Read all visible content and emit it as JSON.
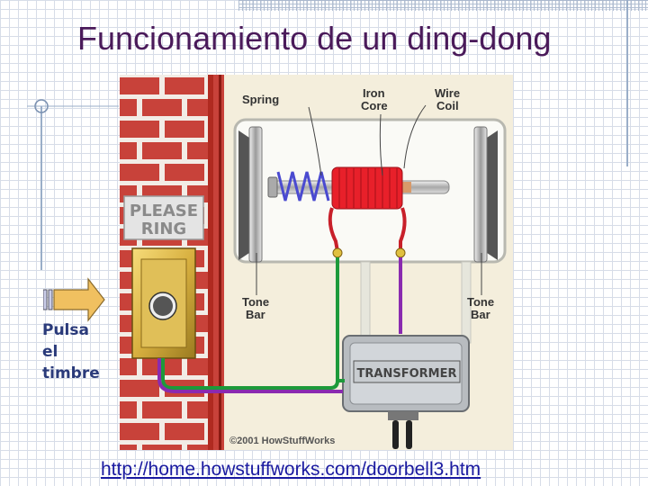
{
  "slide": {
    "title": "Funcionamiento de un ding-dong",
    "source_url": "http://home.howstuffworks.com/doorbell3.htm",
    "side_note": {
      "line1": "Pulsa",
      "line2": "el",
      "line3": "timbre"
    }
  },
  "diagram": {
    "labels": {
      "spring": "Spring",
      "iron_core_1": "Iron",
      "iron_core_2": "Core",
      "wire_coil_1": "Wire",
      "wire_coil_2": "Coil",
      "tone_bar_left_1": "Tone",
      "tone_bar_left_2": "Bar",
      "tone_bar_right_1": "Tone",
      "tone_bar_right_2": "Bar",
      "transformer": "TRANSFORMER",
      "copyright": "©2001 HowStuffWorks"
    },
    "sign": {
      "line1": "PLEASE",
      "line2": "RING"
    },
    "colors": {
      "brick": "#c8423a",
      "mortar": "#f2ece6",
      "coil": "#e8202a",
      "wire_green": "#1d9a3a",
      "wire_purple": "#8a2ab0",
      "spring": "#4a4ad0",
      "button_gold": "#d8b040"
    }
  }
}
